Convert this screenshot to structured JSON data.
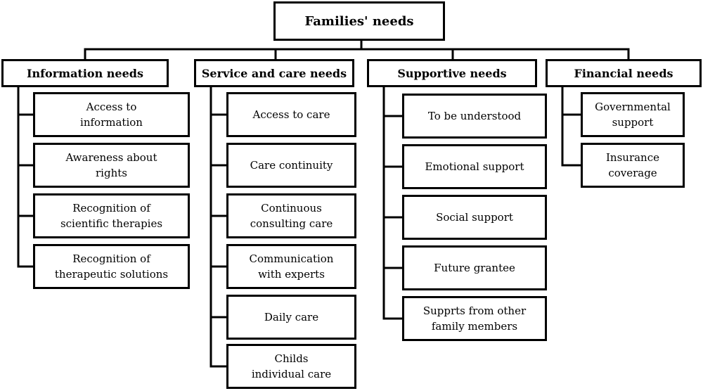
{
  "diagram": {
    "root": "Families' needs",
    "categories": [
      {
        "title": "Information needs",
        "items": [
          "Access to\ninformation",
          "Awareness about\nrights",
          "Recognition of\nscientific therapies",
          "Recognition of\ntherapeutic solutions"
        ]
      },
      {
        "title": "Service and care needs",
        "items": [
          "Access to care",
          "Care continuity",
          "Continuous\nconsulting care",
          "Communication\nwith experts",
          "Daily care",
          "Childs\nindividual care"
        ]
      },
      {
        "title": "Supportive needs",
        "items": [
          "To be understood",
          "Emotional support",
          "Social support",
          "Future grantee",
          "Supprts from other\nfamily members"
        ]
      },
      {
        "title": "Financial needs",
        "items": [
          "Governmental\nsupport",
          "Insurance\ncoverage"
        ]
      }
    ]
  }
}
